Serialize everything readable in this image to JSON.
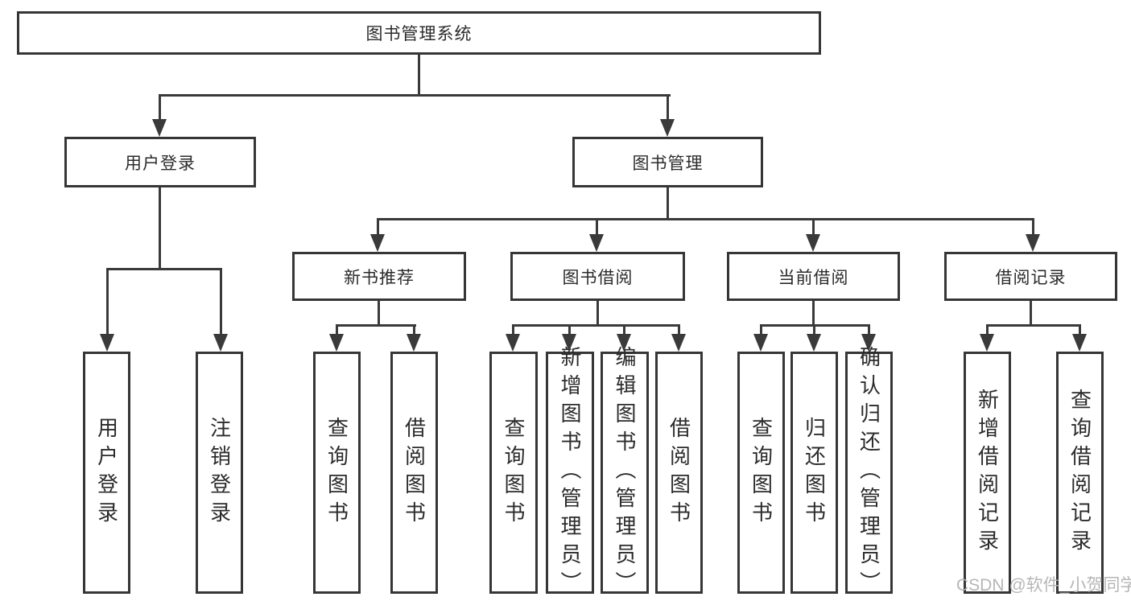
{
  "colors": {
    "line": "#3a3a3a",
    "box_border": "#363636",
    "box_background": "#ffffff",
    "text": "#2b2b2b",
    "watermark": "#b2b2b2"
  },
  "tree": {
    "root": {
      "label": "图书管理系统",
      "children": [
        {
          "label": "用户登录",
          "children": [
            {
              "label": "用户登录"
            },
            {
              "label": "注销登录"
            }
          ]
        },
        {
          "label": "图书管理",
          "children": [
            {
              "label": "新书推荐",
              "children": [
                {
                  "label": "查询图书"
                },
                {
                  "label": "借阅图书"
                }
              ]
            },
            {
              "label": "图书借阅",
              "children": [
                {
                  "label": "查询图书"
                },
                {
                  "label": "新增图书（管理员）"
                },
                {
                  "label": "编辑图书（管理员）"
                },
                {
                  "label": "借阅图书"
                }
              ]
            },
            {
              "label": "当前借阅",
              "children": [
                {
                  "label": "查询图书"
                },
                {
                  "label": "归还图书"
                },
                {
                  "label": "确认归还（管理员）"
                }
              ]
            },
            {
              "label": "借阅记录",
              "children": [
                {
                  "label": "新增借阅记录"
                },
                {
                  "label": "查询借阅记录"
                }
              ]
            }
          ]
        }
      ]
    }
  },
  "watermark": {
    "text": "CSDN @软件_小贺同学"
  }
}
